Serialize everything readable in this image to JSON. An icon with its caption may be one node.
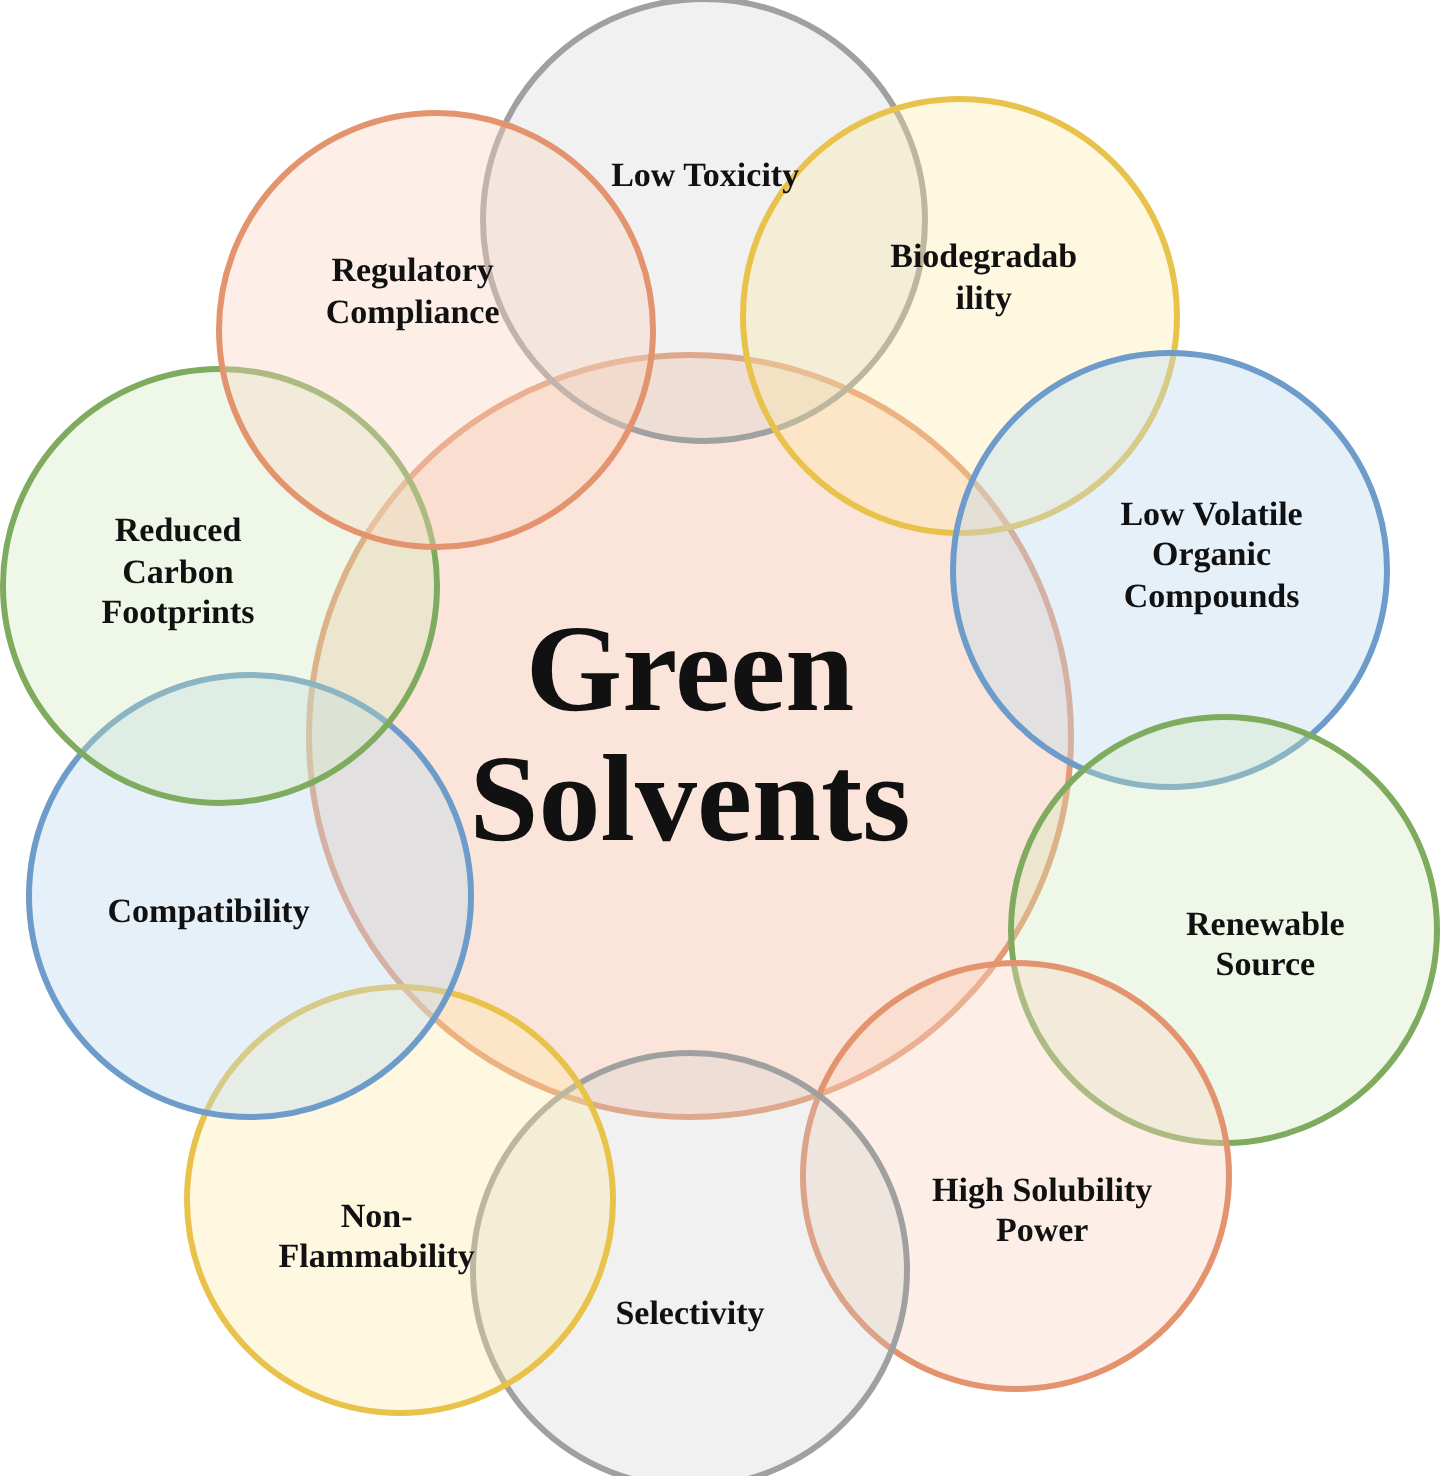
{
  "diagram": {
    "nodes": [
      {
        "text": [
          "Green Solvents"
        ]
      },
      {
        "text": [
          "Low Toxicity"
        ]
      },
      {
        "text": [
          "Biodegradab ility"
        ]
      },
      {
        "text": [
          "Low Volatile Organic Compounds"
        ]
      },
      {
        "text": [
          "Renewable Source"
        ]
      },
      {
        "text": [
          "High Solubility Power"
        ]
      },
      {
        "text": [
          "Selectivity"
        ]
      },
      {
        "text": [
          "Non- Flammability"
        ]
      },
      {
        "text": [
          "Compatibility"
        ]
      },
      {
        "text": [
          "Reduced Carbon Footprints"
        ]
      },
      {
        "text": [
          "Regulatory Compliance"
        ]
      }
    ]
  }
}
